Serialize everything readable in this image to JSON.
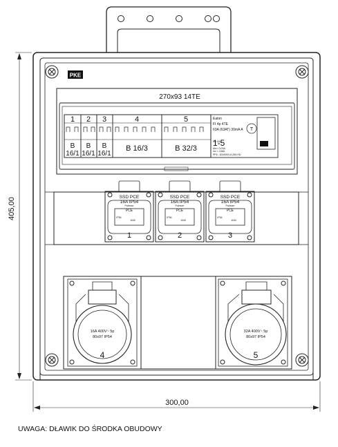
{
  "brand": "PKE",
  "enclosure_label": "270x93 14TE",
  "dim_height": "405,00",
  "dim_width": "300,00",
  "note": "UWAGA: DŁAWIK DO ŚRODKA OBUDOWY",
  "breakers": [
    {
      "num": "1",
      "line1": "B",
      "line2": "16/1"
    },
    {
      "num": "2",
      "line1": "B",
      "line2": "16/1"
    },
    {
      "num": "3",
      "line1": "B",
      "line2": "16/1"
    },
    {
      "num": "4",
      "line1": "B 16/3",
      "line2": ""
    },
    {
      "num": "5",
      "line1": "B 32/3",
      "line2": ""
    }
  ],
  "rcd": {
    "maker": "Eaton",
    "model": "FI 4p 4TE",
    "rating": "63A (63AT) 30mA A",
    "group": "1-5",
    "specs": [
      "In= 63A",
      "IΔn= 0.03A",
      "Inc = 10kA",
      "PF6 - 63/4/003-A Z84 HD"
    ]
  },
  "sockets": [
    {
      "brand": "SSD PCE",
      "rating": "16A IP54",
      "maker": "Polrecer",
      "pce": "PCE",
      "ip": "IP54",
      "code": "1040",
      "num": "1"
    },
    {
      "brand": "SSD PCE",
      "rating": "16A IP54",
      "maker": "Polrecer",
      "pce": "PCE",
      "ip": "IP54",
      "code": "1040",
      "num": "2"
    },
    {
      "brand": "SSD PCE",
      "rating": "16A IP54",
      "maker": "Polrecer",
      "pce": "PCE",
      "ip": "IP54",
      "code": "1040",
      "num": "3"
    }
  ],
  "industrial": [
    {
      "spec1": "16A 400V~ 5p",
      "spec2": "80x97 IP54",
      "num": "4"
    },
    {
      "spec1": "32A 400V~ 5p",
      "spec2": "80x97 IP54",
      "num": "5"
    }
  ]
}
